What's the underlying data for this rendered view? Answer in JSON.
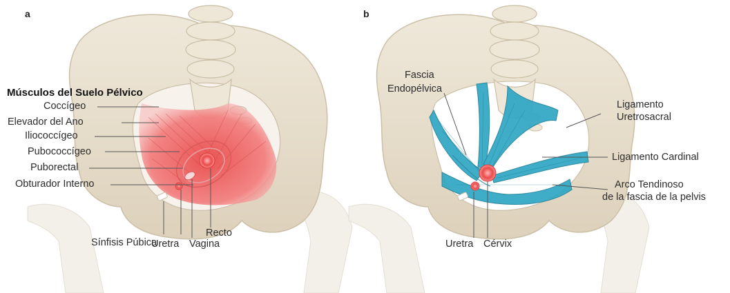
{
  "panel_a": {
    "letter": "a",
    "heading": "Músculos del Suelo Pélvico",
    "labels": {
      "coccigeo": "Coccígeo",
      "elevador": "Elevador del Ano",
      "iliococcigeo": "Iliococcígeo",
      "pubococcigeo": "Pubococcígeo",
      "puborectal": "Puborectal",
      "obturador": "Obturador Interno",
      "sinfisis": "Sínfisis Púbica",
      "uretra": "Uretra",
      "recto": "Recto",
      "vagina": "Vagina"
    }
  },
  "panel_b": {
    "letter": "b",
    "labels": {
      "fascia_l1": "Fascia",
      "fascia_l2": "Endopélvica",
      "uretrosacral_l1": "Ligamento",
      "uretrosacral_l2": "Uretrosacral",
      "cardinal": "Ligamento Cardinal",
      "arco_l1": "Arco Tendinoso",
      "arco_l2": "de la fascia de la pelvis",
      "uretra": "Uretra",
      "cervix": "Cérvix"
    }
  },
  "colors": {
    "bone": "#e8dfcf",
    "bone_outline": "#c9bda5",
    "femur": "#f2efe8",
    "muscle": "#ef6d6d",
    "ligament": "#2aa3c2",
    "organ": "#e84b4b",
    "leader_line": "#555555"
  }
}
